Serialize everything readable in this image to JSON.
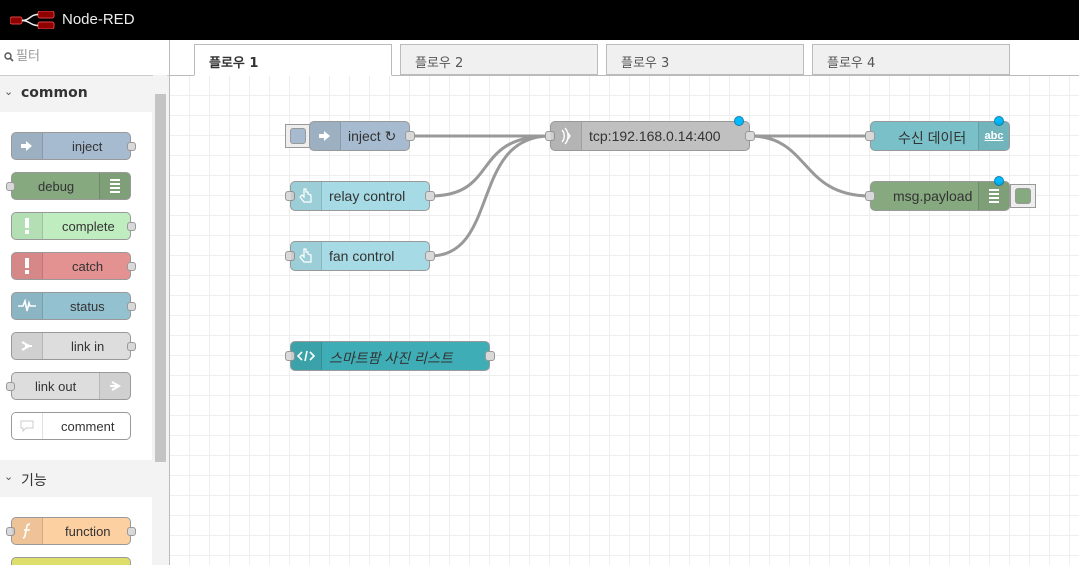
{
  "app": {
    "title": "Node-RED"
  },
  "colors": {
    "inject": "#a6bbcf",
    "debug": "#87a980",
    "complete": "#c0edc0",
    "catch": "#e49191",
    "status": "#94c1d0",
    "link": "#dddddd",
    "comment": "#ffffff",
    "function": "#fdd0a2",
    "tcp": "#c0c0c0",
    "template": "#79c0c8",
    "dashboard_template": "#3fadb5",
    "dashboard_button": "#a6dbe5"
  },
  "palette": {
    "filter_placeholder": "필터",
    "categories": [
      {
        "name": "common",
        "nodes": [
          {
            "label": "inject",
            "icon": "arrow-in-icon"
          },
          {
            "label": "debug",
            "icon": "list-icon"
          },
          {
            "label": "complete",
            "icon": "alert-icon"
          },
          {
            "label": "catch",
            "icon": "alert-icon"
          },
          {
            "label": "status",
            "icon": "pulse-icon"
          },
          {
            "label": "link in",
            "icon": "link-in-icon"
          },
          {
            "label": "link out",
            "icon": "link-out-icon"
          },
          {
            "label": "comment",
            "icon": "speech-bubble-icon"
          }
        ]
      },
      {
        "name": "기능",
        "nodes": [
          {
            "label": "function",
            "icon": "function-icon"
          }
        ]
      }
    ]
  },
  "tabs": [
    {
      "label": "플로우 1",
      "active": true
    },
    {
      "label": "플로우 2",
      "active": false
    },
    {
      "label": "플로우 3",
      "active": false
    },
    {
      "label": "플로우 4",
      "active": false
    }
  ],
  "flow": {
    "nodes": [
      {
        "id": "inject",
        "label": "inject ↻",
        "type": "inject",
        "icon": "arrow-in-icon"
      },
      {
        "id": "relay",
        "label": "relay control",
        "type": "ui_button",
        "icon": "hand-pointer-icon"
      },
      {
        "id": "fan",
        "label": "fan control",
        "type": "ui_button",
        "icon": "hand-pointer-icon"
      },
      {
        "id": "template",
        "label": "스마트팜 사진 리스트",
        "type": "ui_template",
        "icon": "code-icon"
      },
      {
        "id": "tcp",
        "label": "tcp:192.168.0.14:400",
        "type": "tcp request",
        "icon": "bridge-icon"
      },
      {
        "id": "text",
        "label": "수신 데이터",
        "type": "ui_text",
        "icon": "abc-icon"
      },
      {
        "id": "debug",
        "label": "msg.payload",
        "type": "debug",
        "icon": "list-icon"
      }
    ],
    "wires": [
      {
        "from": "inject",
        "to": "tcp"
      },
      {
        "from": "relay",
        "to": "tcp"
      },
      {
        "from": "fan",
        "to": "tcp"
      },
      {
        "from": "tcp",
        "to": "text"
      },
      {
        "from": "tcp",
        "to": "debug"
      }
    ]
  }
}
